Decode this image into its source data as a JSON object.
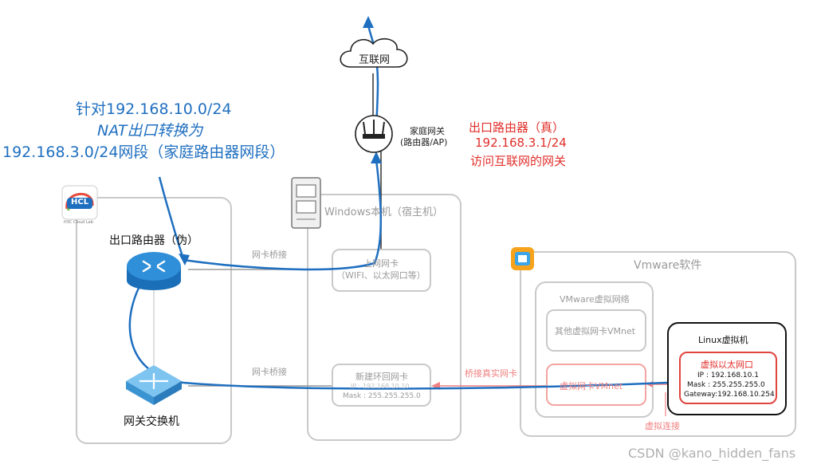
{
  "annotation": {
    "line1": "针对192.168.10.0/24",
    "line2": "NAT出口转换为",
    "line3": "192.168.3.0/24网段（家庭路由器网段）"
  },
  "cloud": {
    "label": "互联网"
  },
  "home_gateway": {
    "line1": "家庭网关",
    "line2": "(路由器/AP)"
  },
  "real_router": {
    "line1": "出口路由器（真）",
    "line2": "192.168.3.1/24",
    "line3": "访问互联网的网关"
  },
  "hcl": {
    "logo_text": "HCL",
    "caption": "H3C Cloud Lab"
  },
  "fake_router": {
    "label": "出口路由器（伪）"
  },
  "gateway_switch": {
    "label": "网关交换机"
  },
  "host": {
    "title": "Windows本机（宿主机）",
    "uplink_nic": {
      "line1": "上网网卡",
      "line2": "（WIFI、以太网口等）"
    },
    "loopback_nic": {
      "line1": "新建环回网卡",
      "line2": "IP : 192.168.10.10",
      "line3": "Mask : 255.255.255.0"
    }
  },
  "bridge_labels": {
    "top": "网卡桥接",
    "bottom": "网卡桥接"
  },
  "bridge_real_nic": "桥接真实网卡",
  "vmware": {
    "title": "Vmware软件",
    "virtual_net": {
      "title": "VMware虚拟网络",
      "other_vmnet": "其他虚拟网卡VMnet",
      "vmnet_x": "虚拟网卡VMnet"
    },
    "linux_vm": {
      "title": "Linux虚拟机",
      "eth": {
        "title": "虚拟以太网口",
        "ip": "IP : 192.168.10.1",
        "mask": "Mask : 255.255.255.0",
        "gateway": "Gateway:192.168.10.254"
      }
    },
    "virtual_link": "虚拟连接"
  },
  "watermark": "CSDN @kano_hidden_fans",
  "colors": {
    "blue": "#1f6fc0",
    "red": "#e02f2a",
    "pink": "#f08080",
    "gray": "#c9c9c9"
  }
}
